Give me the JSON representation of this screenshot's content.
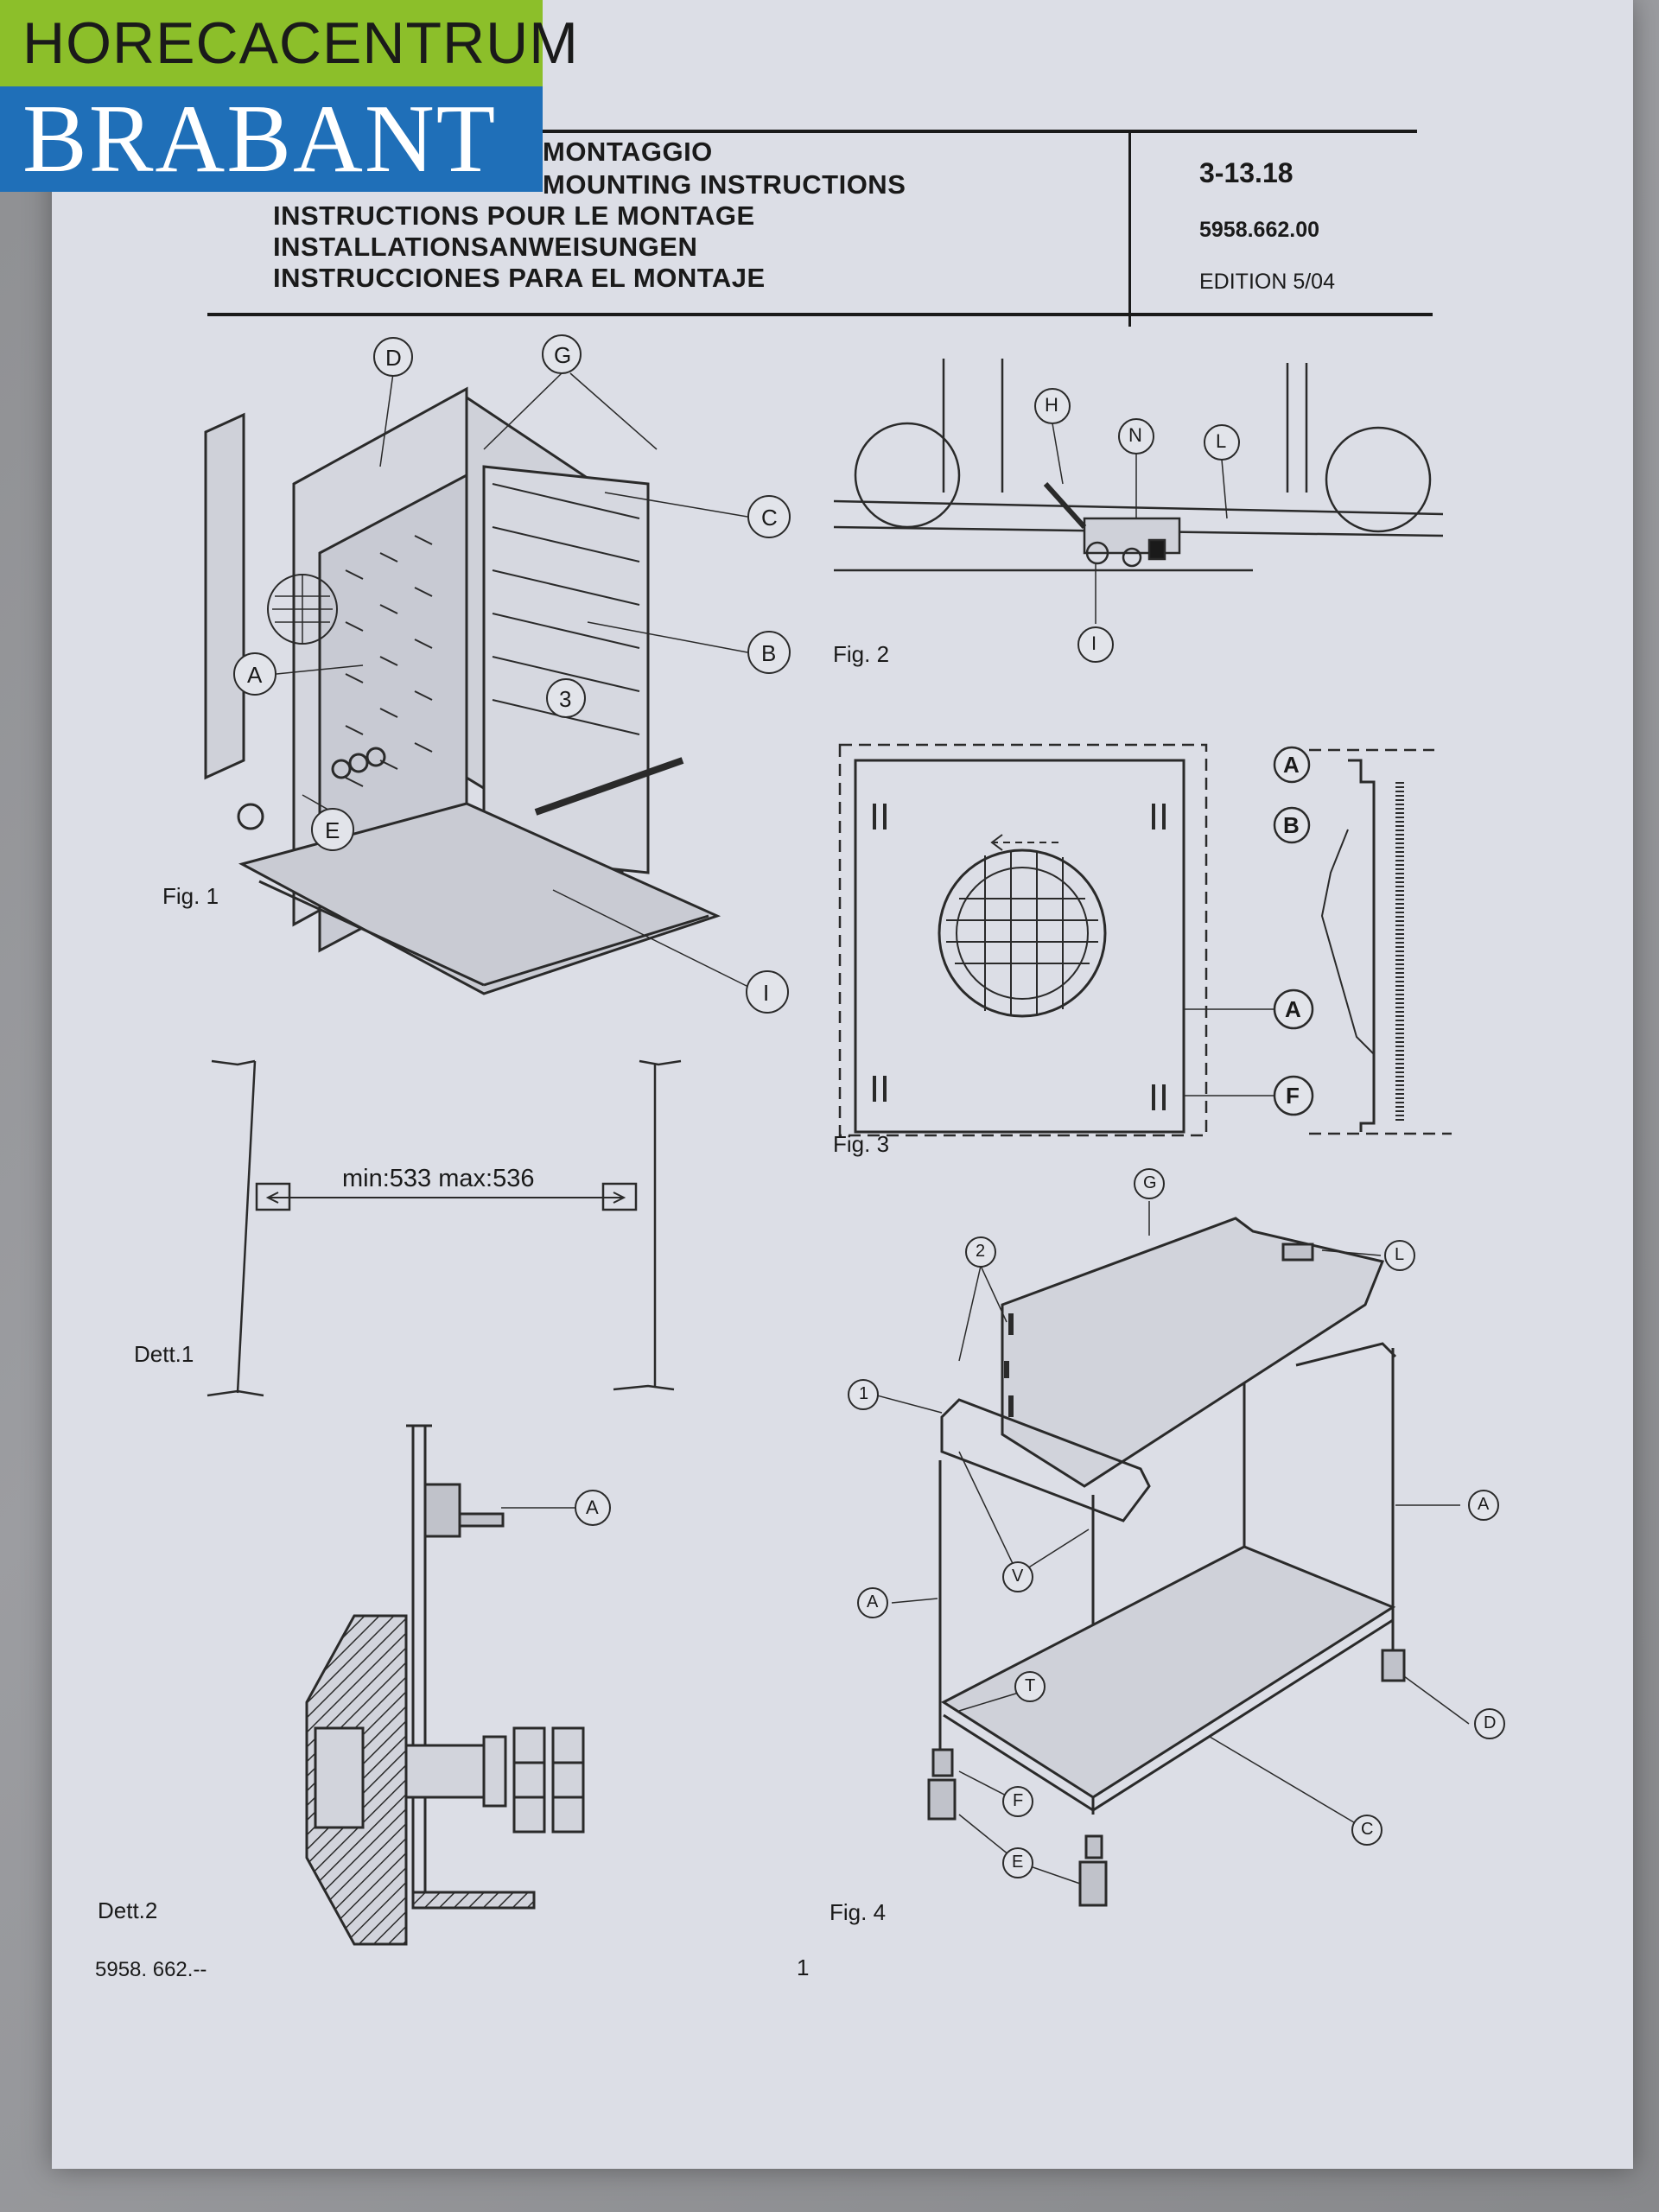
{
  "logo": {
    "line1": "HORECACENTRUM",
    "line2": "BRABANT"
  },
  "header": {
    "titles": [
      "MONTAGGIO",
      "MOUNTING INSTRUCTIONS",
      "INSTRUCTIONS POUR LE MONTAGE",
      "INSTALLATIONSANWEISUNGEN",
      "INSTRUCCIONES PARA EL MONTAJE"
    ],
    "code": "3-13.18",
    "part_number": "5958.662.00",
    "edition": "EDITION 5/04"
  },
  "figures": {
    "fig1": {
      "label": "Fig. 1",
      "callouts": [
        "D",
        "G",
        "C",
        "B",
        "A",
        "3",
        "E",
        "I"
      ]
    },
    "fig2": {
      "label": "Fig. 2",
      "callouts": [
        "H",
        "N",
        "L",
        "I"
      ]
    },
    "fig3": {
      "label": "Fig. 3",
      "callouts": [
        "A",
        "B",
        "A",
        "F"
      ]
    },
    "dett1": {
      "label": "Dett.1",
      "dimension": "min:533 max:536"
    },
    "dett2": {
      "label": "Dett.2",
      "callouts": [
        "A"
      ]
    },
    "fig4": {
      "label": "Fig. 4",
      "callouts": [
        "G",
        "L",
        "2",
        "1",
        "A",
        "V",
        "A",
        "T",
        "D",
        "F",
        "C",
        "E"
      ]
    }
  },
  "footer": {
    "doc_ref": "5958. 662.--",
    "page": "1"
  },
  "colors": {
    "paper": "#dcdee6",
    "ink": "#1a1a1a",
    "logo_green": "#8cbf2a",
    "logo_blue": "#1f6fb8"
  }
}
